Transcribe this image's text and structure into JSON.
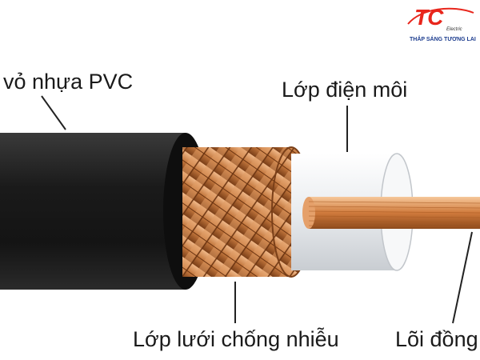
{
  "labels": {
    "pvc_jacket": "vỏ nhựa PVC",
    "dielectric": "Lớp điện môi",
    "shield": "Lớp lưới chống nhiễu",
    "core": "Lõi đồng"
  },
  "logo": {
    "mark": "TC",
    "sub": "Electric",
    "tagline": "THẮP SÁNG TƯƠNG LAI"
  },
  "colors": {
    "jacket": "#1c1c1c",
    "braid": "#c47a3e",
    "dielectric": "#f2f2f2",
    "copper": "#d98850",
    "logo_red": "#e8261c",
    "logo_blue": "#1d3d8f"
  }
}
